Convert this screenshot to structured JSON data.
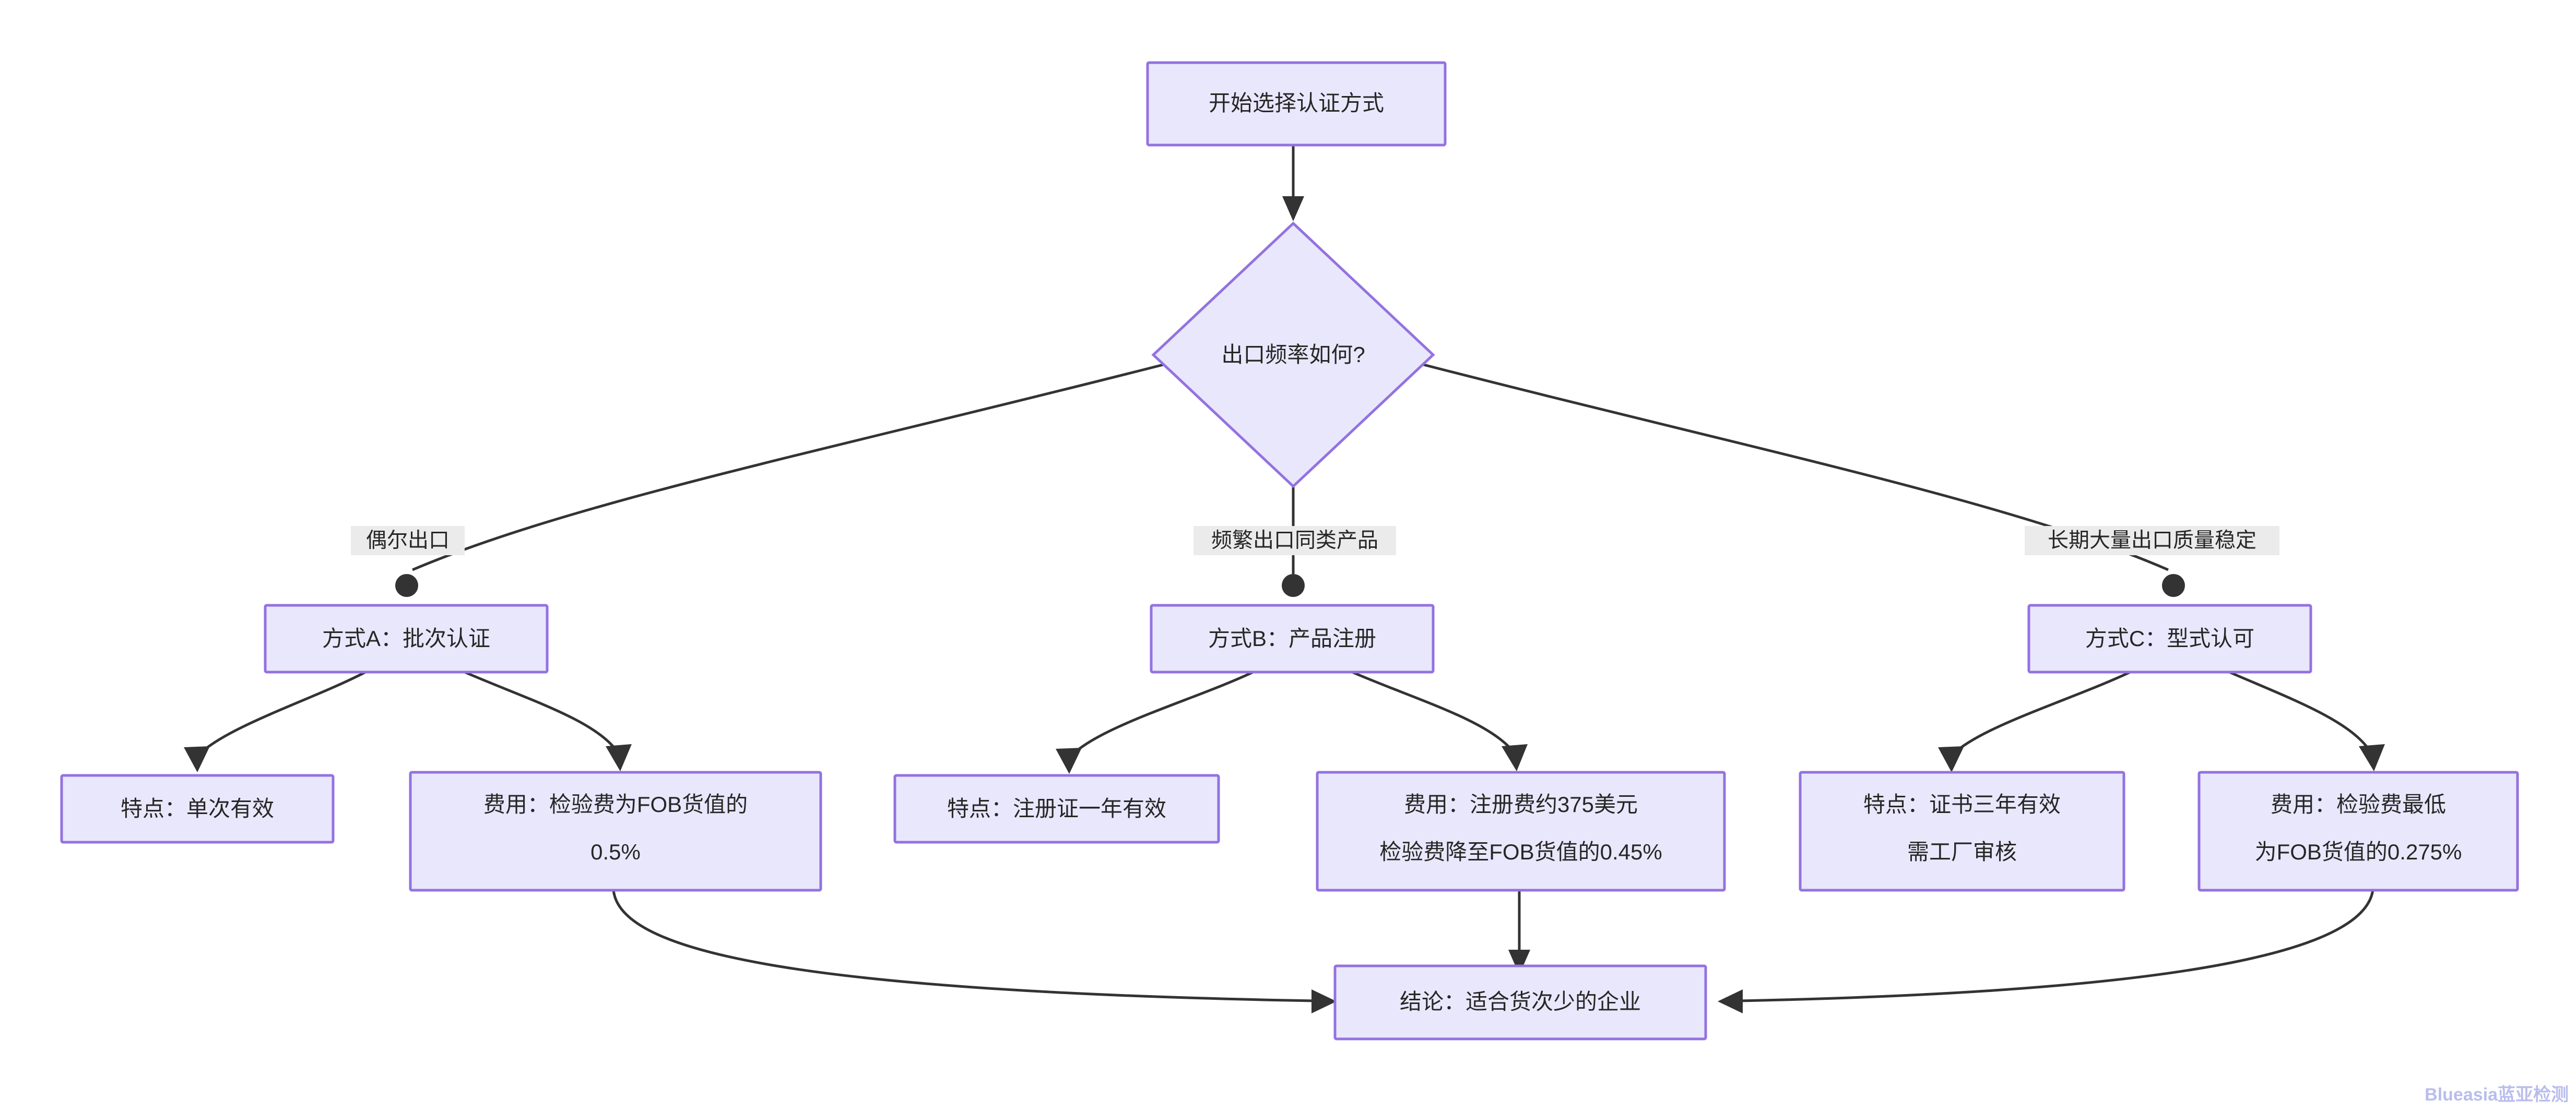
{
  "diagram": {
    "type": "flowchart",
    "title_node": "开始选择认证方式",
    "colors": {
      "node_fill": "#e9e7fb",
      "node_border": "#9372e0",
      "edge_stroke": "#333333",
      "text": "#262626",
      "edge_label_bg": "#ebebeb",
      "watermark": "#b9bdec",
      "background": "#ffffff"
    },
    "nodes": {
      "start": {
        "label": "开始选择认证方式",
        "shape": "rect"
      },
      "decision": {
        "label": "出口频率如何?",
        "shape": "diamond"
      },
      "method_a": {
        "label": "方式A：批次认证",
        "shape": "rect"
      },
      "method_b": {
        "label": "方式B：产品注册",
        "shape": "rect"
      },
      "method_c": {
        "label": "方式C：型式认可",
        "shape": "rect"
      },
      "a_feature": {
        "line1": "特点：单次有效",
        "line2": "",
        "shape": "rect"
      },
      "a_cost": {
        "line1": "费用：检验费为FOB货值的",
        "line2": "0.5%",
        "shape": "rect"
      },
      "b_feature": {
        "line1": "特点：注册证一年有效",
        "line2": "",
        "shape": "rect"
      },
      "b_cost": {
        "line1": "费用：注册费约375美元",
        "line2": "检验费降至FOB货值的0.45%",
        "shape": "rect"
      },
      "c_feature": {
        "line1": "特点：证书三年有效",
        "line2": "需工厂审核",
        "shape": "rect"
      },
      "c_cost": {
        "line1": "费用：检验费最低",
        "line2": "为FOB货值的0.275%",
        "shape": "rect"
      },
      "conclusion": {
        "label": "结论：适合货次少的企业",
        "shape": "rect"
      }
    },
    "edge_labels": {
      "to_a": "偶尔出口",
      "to_b": "频繁出口同类产品",
      "to_c": "长期大量出口质量稳定"
    },
    "watermark": "Blueasia蓝亚检测"
  }
}
